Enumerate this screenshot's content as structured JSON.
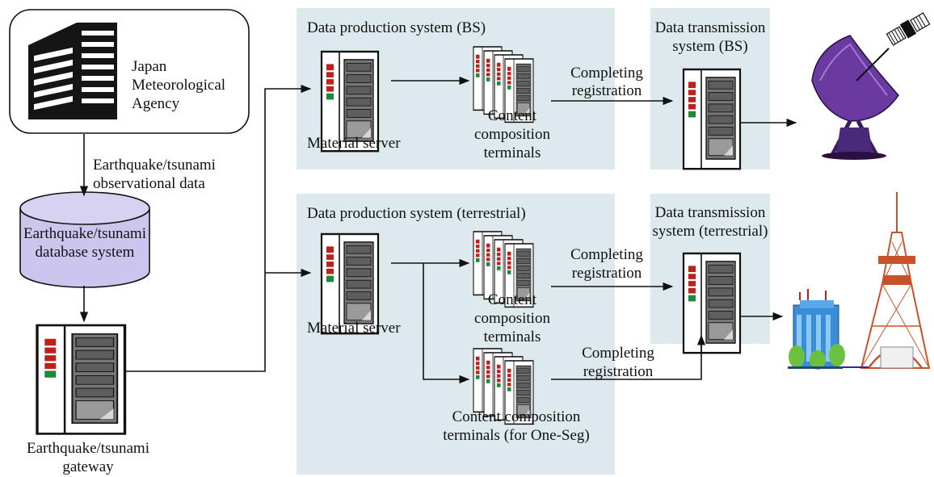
{
  "colors": {
    "system_panel": "#dde9ed",
    "database_fill": "#ccc6ee",
    "building_dark": "#151515",
    "dish": "#6b3aa0",
    "tower": "#c8532a",
    "line": "#111111"
  },
  "icons": [
    "building-icon",
    "database-cylinder-icon",
    "server-rack-icon",
    "satellite-dish-icon",
    "satellite-icon",
    "broadcast-tower-icon",
    "office-building-icon"
  ],
  "jma": {
    "label_line1": "Japan",
    "label_line2": "Meteorological",
    "label_line3": "Agency"
  },
  "observational_data": {
    "line1": "Earthquake/tsunami",
    "line2": "observational data"
  },
  "database": {
    "line1": "Earthquake/tsunami",
    "line2": "database system"
  },
  "gateway": {
    "line1": "Earthquake/tsunami",
    "line2": "gateway"
  },
  "bs_production": {
    "title": "Data production system (BS)",
    "material_server": "Material server",
    "terminals_line1": "Content",
    "terminals_line2": "composition",
    "terminals_line3": "terminals"
  },
  "terrestrial_production": {
    "title": "Data production system (terrestrial)",
    "material_server": "Material server",
    "terminals_line1": "Content",
    "terminals_line2": "composition",
    "terminals_line3": "terminals",
    "oneseg_line1": "Content composition",
    "oneseg_line2": "terminals (for One-Seg)"
  },
  "bs_transmission": {
    "title_line1": "Data transmission",
    "title_line2": "system (BS)"
  },
  "terrestrial_transmission": {
    "title_line1": "Data transmission",
    "title_line2": "system (terrestrial)"
  },
  "registration": {
    "bs_line1": "Completing",
    "bs_line2": "registration",
    "terr_line1": "Completing",
    "terr_line2": "registration",
    "oneseg_line1": "Completing",
    "oneseg_line2": "registration"
  }
}
